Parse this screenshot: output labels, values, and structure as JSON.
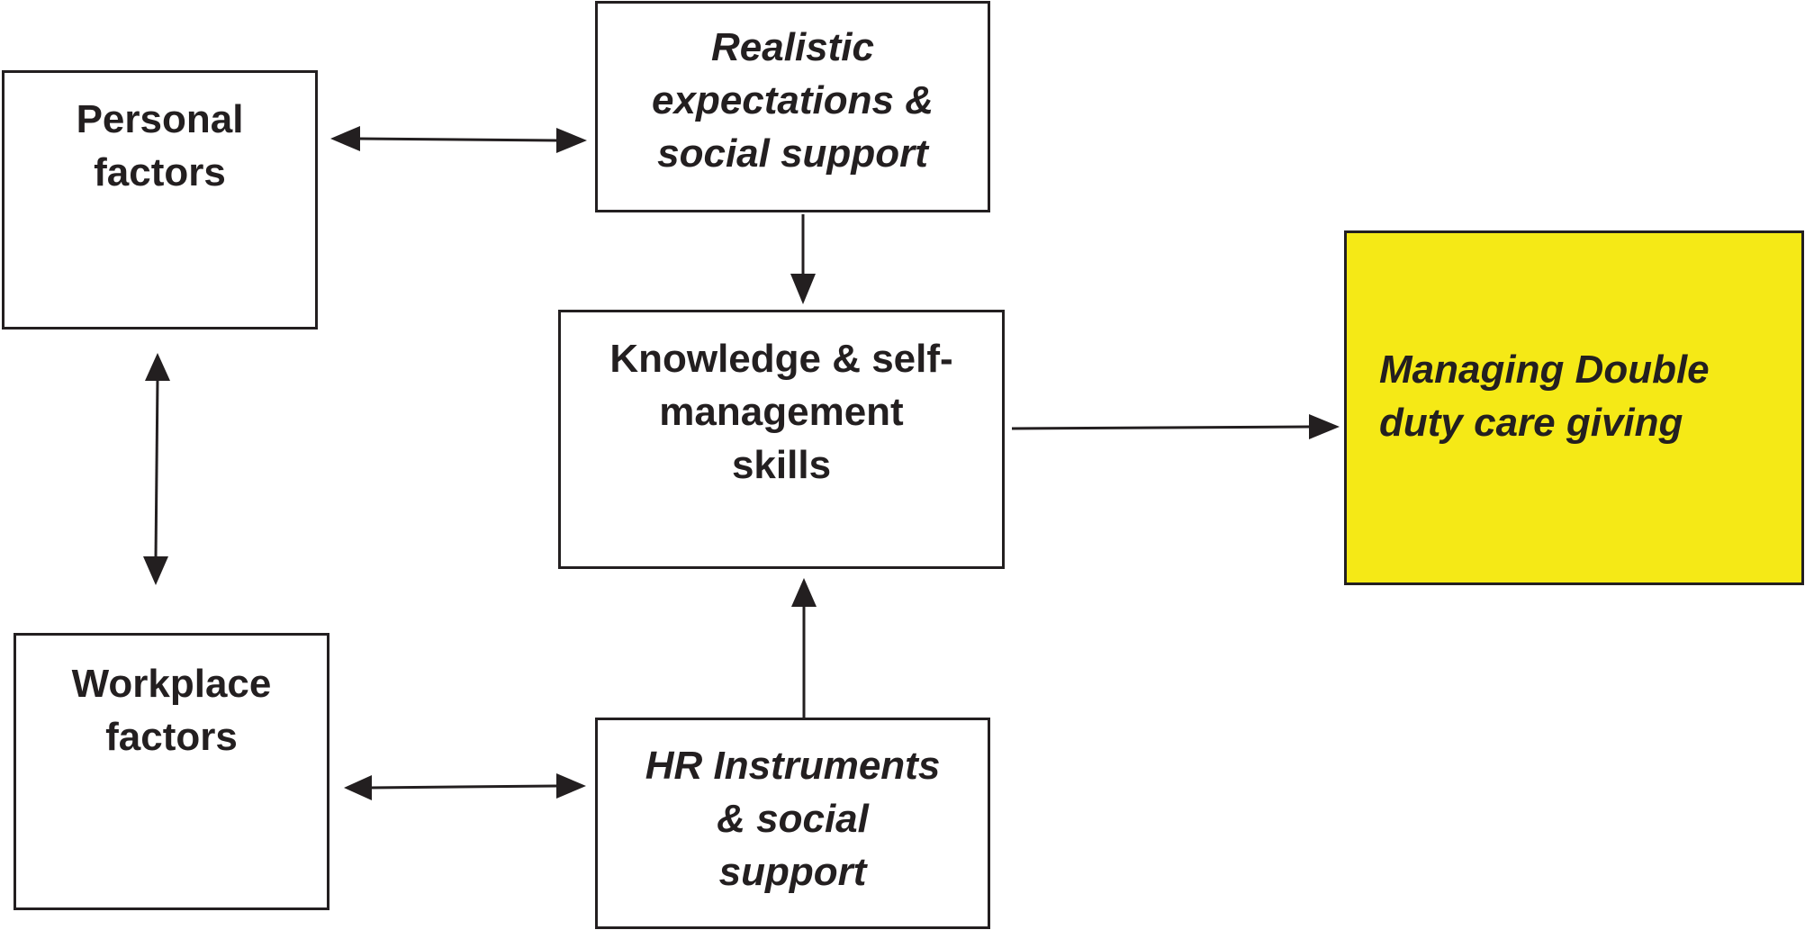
{
  "diagram": {
    "nodes": {
      "personal": {
        "label": "Personal\nfactors"
      },
      "realistic": {
        "label": "Realistic\nexpectations &\nsocial support"
      },
      "knowledge": {
        "label": "Knowledge & self-\nmanagement\nskills"
      },
      "workplace": {
        "label": "Workplace\nfactors"
      },
      "hr": {
        "label": "HR Instruments\n& social\nsupport"
      },
      "outcome": {
        "label": "Managing Double\nduty care giving",
        "fill": "#f5e916"
      }
    },
    "edges": [
      {
        "from": "personal",
        "to": "realistic",
        "direction": "both"
      },
      {
        "from": "realistic",
        "to": "knowledge",
        "direction": "forward"
      },
      {
        "from": "personal",
        "to": "workplace",
        "direction": "both"
      },
      {
        "from": "workplace",
        "to": "hr",
        "direction": "both"
      },
      {
        "from": "hr",
        "to": "knowledge",
        "direction": "forward"
      },
      {
        "from": "knowledge",
        "to": "outcome",
        "direction": "forward"
      }
    ],
    "colors": {
      "stroke": "#231f20",
      "outcome_fill": "#f5e916"
    }
  }
}
